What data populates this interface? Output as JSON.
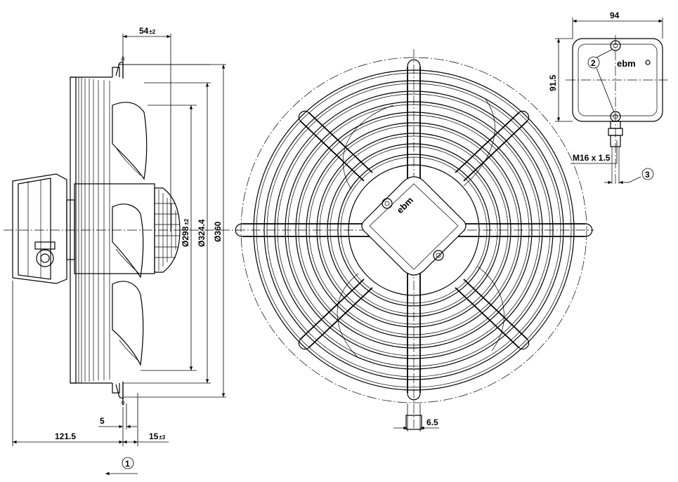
{
  "dimensions": {
    "motor_depth": {
      "value": "54",
      "tol": "±2"
    },
    "impeller_diameter": {
      "value": "Ø298",
      "tol": "±2"
    },
    "bolt_circle": {
      "value": "Ø324.4"
    },
    "guard_diameter": {
      "value": "Ø360"
    },
    "overall_length": {
      "value": "121.5"
    },
    "flange_offset": {
      "value": "5"
    },
    "mount_offset": {
      "value": "15",
      "tol": "±3"
    },
    "foot_width": {
      "value": "6.5"
    },
    "box_width": {
      "value": "94"
    },
    "box_height": {
      "value": "91.5"
    },
    "cable_gland": {
      "value": "M16 x 1.5"
    }
  },
  "callouts": {
    "airflow": "1",
    "screws": "2",
    "gland": "3"
  },
  "logo": "ebm"
}
